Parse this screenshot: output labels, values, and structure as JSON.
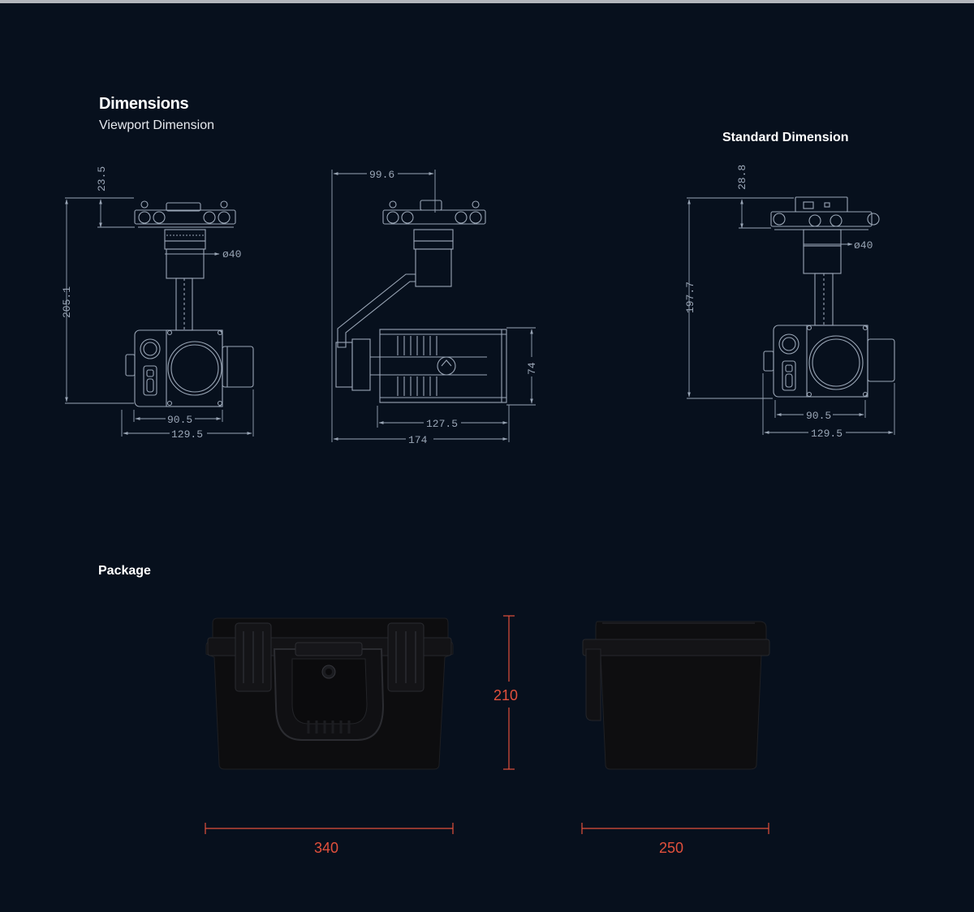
{
  "dimensions": {
    "title": "Dimensions",
    "subtitle": "Viewport Dimension",
    "standard_title": "Standard Dimension"
  },
  "front_view": {
    "top_offset": "23.5",
    "height": "205.1",
    "lens_diameter": "ø40",
    "body_width": "90.5",
    "total_width": "129.5"
  },
  "side_view": {
    "arm_reach": "99.6",
    "body_height": "74",
    "body_length": "127.5",
    "total_length": "174"
  },
  "standard_view": {
    "top_offset": "28.8",
    "height": "197.7",
    "lens_diameter": "ø40",
    "body_width": "90.5",
    "total_width": "129.5"
  },
  "package": {
    "title": "Package",
    "width": "340",
    "height": "210",
    "depth": "250"
  },
  "colors": {
    "background": "#07101d",
    "drawing_line": "#9aa6b6",
    "dimension_accent": "#e2503c"
  }
}
